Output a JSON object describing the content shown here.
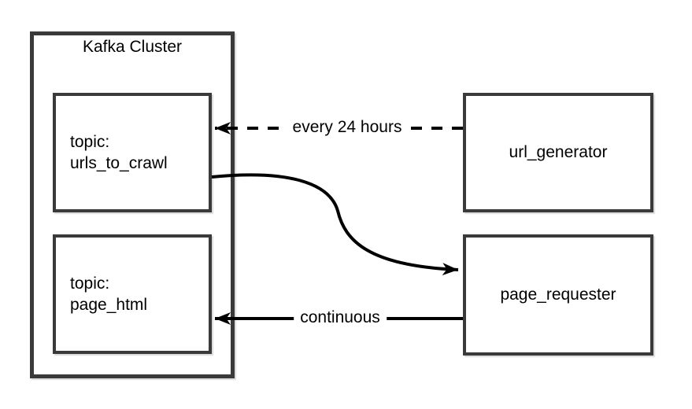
{
  "diagram": {
    "kafka_cluster": {
      "title": "Kafka Cluster"
    },
    "topics": [
      {
        "prefix": "topic:",
        "name": "urls_to_crawl"
      },
      {
        "prefix": "topic:",
        "name": "page_html"
      }
    ],
    "services": [
      {
        "name": "url_generator"
      },
      {
        "name": "page_requester"
      }
    ],
    "edges": [
      {
        "from": "url_generator",
        "to": "topic: urls_to_crawl",
        "label": "every 24 hours",
        "style": "dashed",
        "direction": "left"
      },
      {
        "from": "topic: urls_to_crawl",
        "to": "page_requester",
        "label": "",
        "style": "solid-curved",
        "direction": "right"
      },
      {
        "from": "page_requester",
        "to": "topic: page_html",
        "label": "continuous",
        "style": "solid",
        "direction": "left"
      }
    ],
    "colors": {
      "box_border": "#3a3a3a",
      "arrow": "#000000",
      "text": "#000000",
      "background": "#ffffff"
    }
  }
}
